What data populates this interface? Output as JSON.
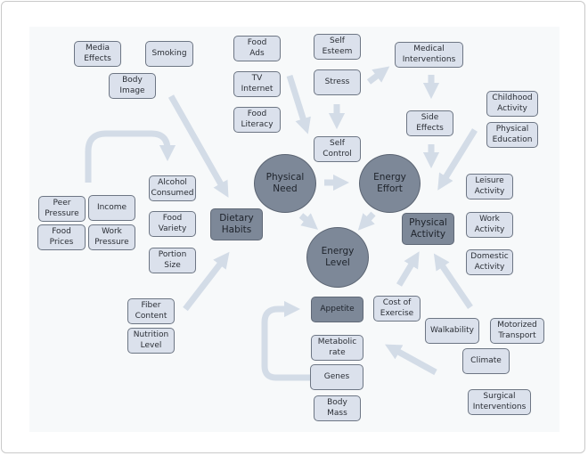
{
  "diagram": {
    "colors": {
      "box_fill": "#dbe1ec",
      "box_border": "#6d7684",
      "core_fill": "#7d8898",
      "arrow": "#d3dce7",
      "canvas": "#f7f9fa"
    },
    "core_nodes": {
      "physical_need": "Physical\nNeed",
      "energy_effort": "Energy\nEffort",
      "energy_level": "Energy\nLevel",
      "dietary_habits": "Dietary\nHabits",
      "physical_activity": "Physical\nActivity",
      "appetite": "Appetite"
    },
    "factors": {
      "media_effects": "Media\nEffects",
      "smoking": "Smoking",
      "body_image": "Body\nImage",
      "food_ads": "Food\nAds",
      "tv_internet": "TV\nInternet",
      "food_literacy": "Food\nLiteracy",
      "self_esteem": "Self\nEsteem",
      "stress": "Stress",
      "self_control": "Self\nControl",
      "medical_interventions": "Medical\nInterventions",
      "side_effects": "Side\nEffects",
      "childhood_activity": "Childhood\nActivity",
      "physical_education": "Physical\nEducation",
      "alcohol_consumed": "Alcohol\nConsumed",
      "food_variety": "Food\nVariety",
      "portion_size": "Portion\nSize",
      "peer_pressure": "Peer\nPressure",
      "income": "Income",
      "food_prices": "Food\nPrices",
      "work_pressure": "Work\nPressure",
      "fiber_content": "Fiber\nContent",
      "nutrition_level": "Nutrition\nLevel",
      "leisure_activity": "Leisure\nActivity",
      "work_activity": "Work\nActivity",
      "domestic_activity": "Domestic\nActivity",
      "cost_of_exercise": "Cost of\nExercise",
      "walkability": "Walkability",
      "motorized_transport": "Motorized\nTransport",
      "climate": "Climate",
      "surgical_interventions": "Surgical\nInterventions",
      "metabolic_rate": "Metabolic\nrate",
      "genes": "Genes",
      "body_mass": "Body\nMass"
    }
  }
}
